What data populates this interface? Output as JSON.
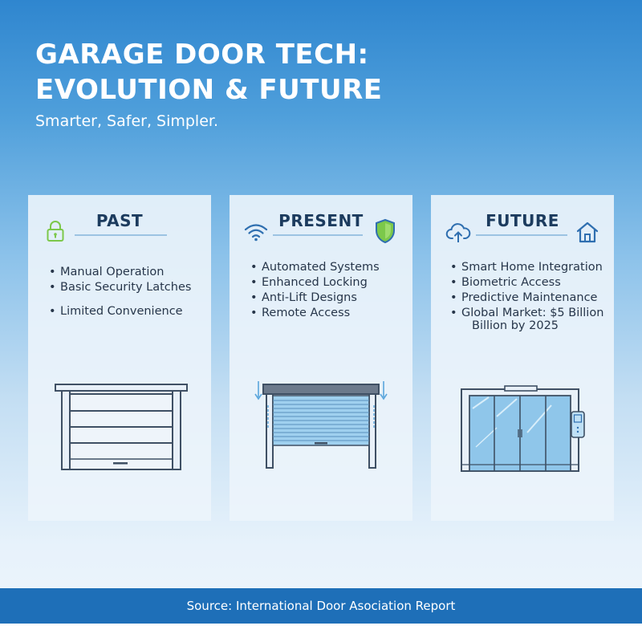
{
  "header": {
    "title_line1": "GARAGE DOOR TECH:",
    "title_line2": "EVOLUTION & FUTURE",
    "subtitle": "Smarter, Safer, Simpler."
  },
  "cards": [
    {
      "title": "PAST",
      "icons": [
        "lock-icon"
      ],
      "items": [
        "Manual Operation",
        "Basic Security Latches",
        "Limited Convenience"
      ]
    },
    {
      "title": "PRESENT",
      "icons": [
        "wifi-icon",
        "shield-icon"
      ],
      "items": [
        "Automated Systems",
        "Enhanced Locking",
        "Anti-Lift Designs",
        "Remote Access"
      ]
    },
    {
      "title": "FUTURE",
      "icons": [
        "cloud-upload-icon",
        "home-icon"
      ],
      "items": [
        "Smart Home Integration",
        "Biometric Access",
        "Predictive Maintenance",
        "Global Market: $5 Billion",
        "Billion by 2025"
      ]
    }
  ],
  "footer": {
    "source": "Source: International Door Asociation Report"
  },
  "colors": {
    "header_blue": "#2f86cf",
    "footer_blue": "#1e6fb8",
    "accent_green": "#7cc84a",
    "icon_blue": "#2f6fb0",
    "glass_blue": "#8fc6ea"
  }
}
